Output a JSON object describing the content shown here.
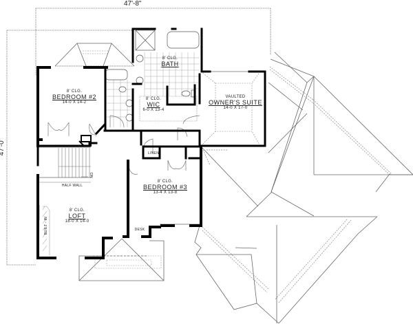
{
  "plan": {
    "overall_width": "47'-8\"",
    "overall_depth": "47'-0\""
  },
  "rooms": {
    "bath": {
      "ceiling": "8' CLG.",
      "name": "BATH"
    },
    "bedroom2": {
      "ceiling": "8' CLG.",
      "name": "BEDROOM #2",
      "size": "14-0 X 14-2"
    },
    "wic": {
      "ceiling": "8' CLG.",
      "name": "WIC",
      "size": "6-0 X 13-4"
    },
    "owners_suite": {
      "ceiling": "VAULTED",
      "name": "OWNER'S SUITE",
      "size": "14-0 X 17-0"
    },
    "bedroom3": {
      "ceiling": "8' CLG.",
      "name": "BEDROOM #3",
      "size": "13-4 X 13-8"
    },
    "loft": {
      "ceiling": "8' CLG.",
      "name": "LOFT",
      "size": "18-0 X 14-0"
    }
  },
  "annotations": {
    "linen": "LINEN",
    "desk": "DESK",
    "half_wall": "HALF WALL",
    "built_in": "BUILT - IN",
    "stair_dn": "DN"
  },
  "colors": {
    "wall": "#000000",
    "line": "#555555",
    "background": "#ffffff"
  }
}
